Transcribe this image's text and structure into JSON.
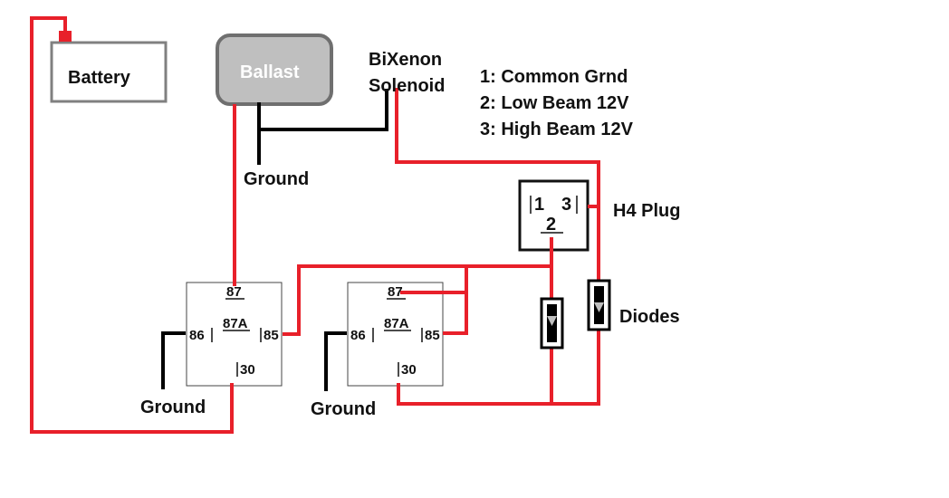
{
  "colors": {
    "power_wire": "#e8202a",
    "ground_wire": "#000000",
    "ballast_fill": "#bfbfbf",
    "ballast_border": "#6f6f6f",
    "box_border": "#808080"
  },
  "labels": {
    "battery": "Battery",
    "ballast": "Ballast",
    "solenoid_line1": "BiXenon",
    "solenoid_line2": "Solenoid",
    "ground_ballast": "Ground",
    "ground_relay1": "Ground",
    "ground_relay2": "Ground",
    "h4_plug": "H4 Plug",
    "diodes": "Diodes"
  },
  "legend": [
    "1: Common Grnd",
    "2: Low Beam 12V",
    "3: High Beam 12V"
  ],
  "h4_pins": {
    "p1": "1",
    "p2": "2",
    "p3": "3"
  },
  "relay1": {
    "p87": "87",
    "p87a": "87A",
    "p86": "86",
    "p85": "85",
    "p30": "30"
  },
  "relay2": {
    "p87": "87",
    "p87a": "87A",
    "p86": "86",
    "p85": "85",
    "p30": "30"
  }
}
